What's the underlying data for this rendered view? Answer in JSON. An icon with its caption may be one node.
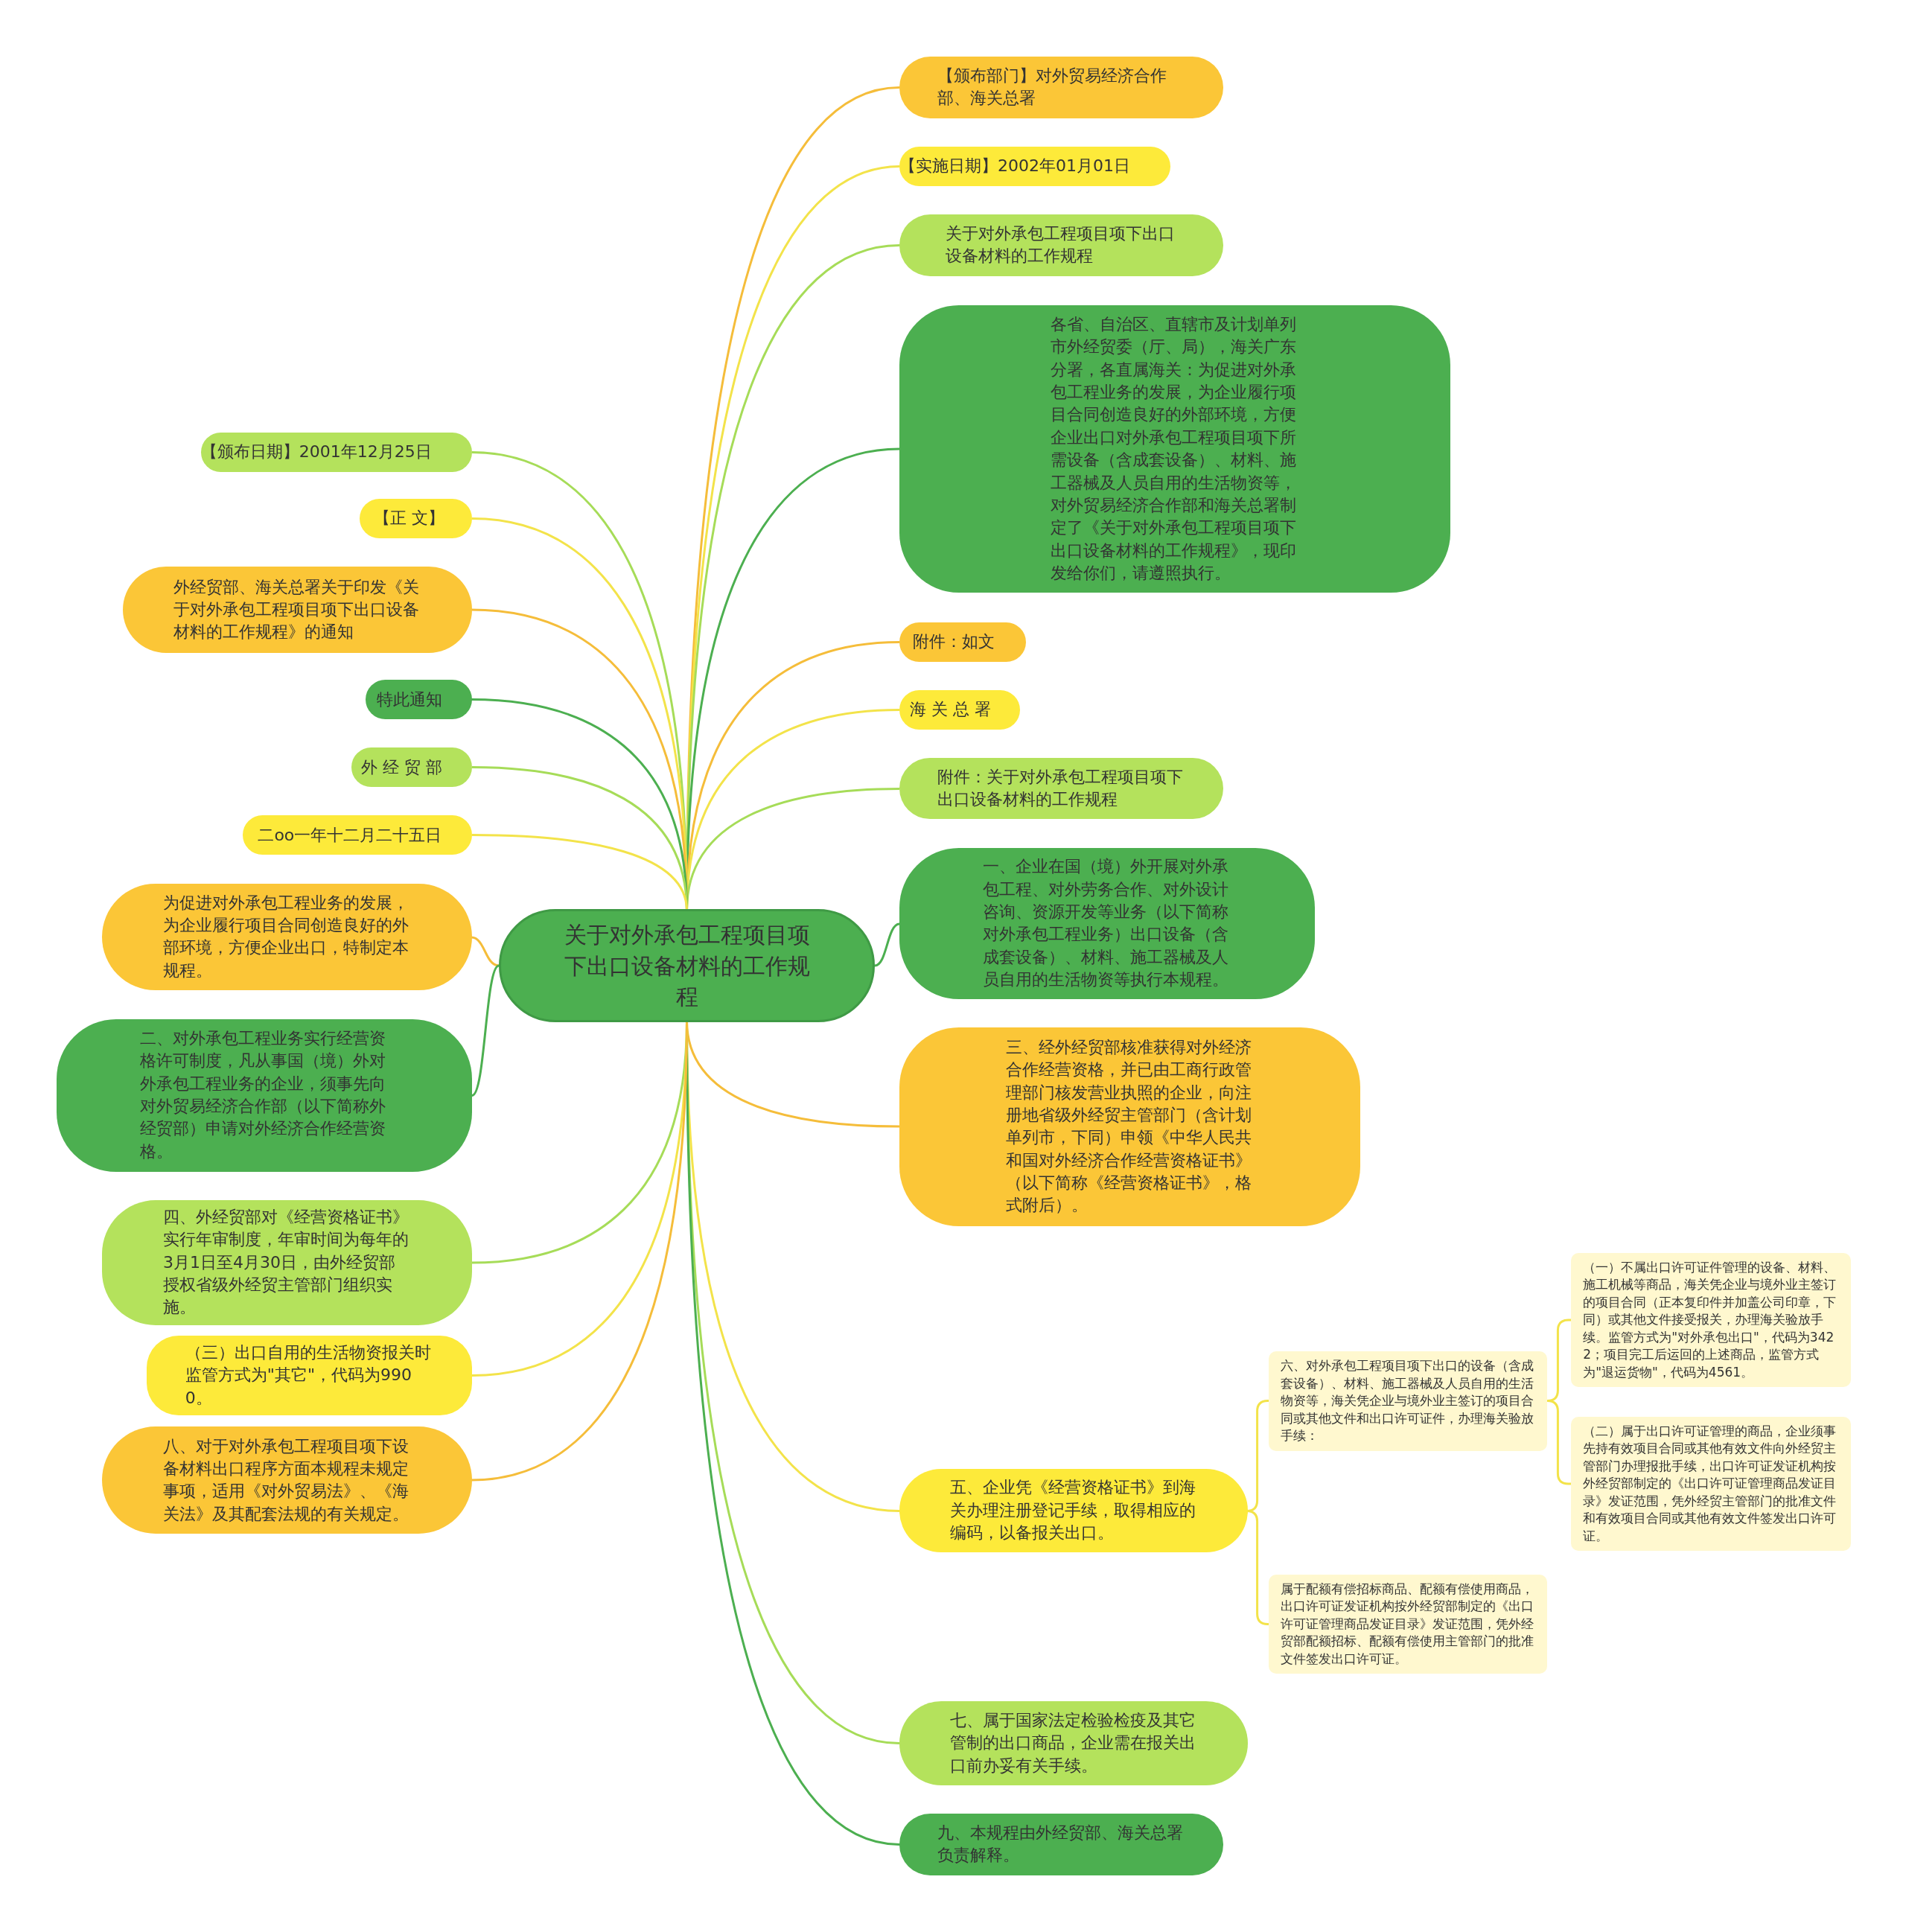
{
  "diagram": {
    "nodes": [
      {
        "text": [
          "关于对外承包工程项目项下出口设备材料的工作规程"
        ]
      },
      {
        "text": [
          "【颁布部门】对外贸易经济合作部、海关总署"
        ]
      },
      {
        "text": [
          "【实施日期】2002年01月01日"
        ]
      },
      {
        "text": [
          "关于对外承包工程项目项下出口设备材料的工作规程"
        ]
      },
      {
        "text": [
          "各省、自治区、直辖市及计划单列市外经贸委（厅、局），海关广东分署，各直属海关：为促进对外承包工程业务的发展，为企业履行项目合同创造良好的外部环境，方便企业出口对外承包工程项目项下所需设备（含成套设备）、材料、施工器械及人员自用的生活物资等，对外贸易经济合作部和海关总署制定了《关于对外承包工程项目项下出口设备材料的工作规程》，现印发给你们，请遵照执行。"
        ]
      },
      {
        "text": [
          "附件：如文"
        ]
      },
      {
        "text": [
          "海 关 总 署"
        ]
      },
      {
        "text": [
          "附件：关于对外承包工程项目项下出口设备材料的工作规程"
        ]
      },
      {
        "text": [
          "一、企业在国（境）外开展对外承包工程、对外劳务合作、对外设计咨询、资源开发等业务（以下简称对外承包工程业务）出口设备（含成套设备）、材料、施工器械及人员自用的生活物资等执行本规程。"
        ]
      },
      {
        "text": [
          "三、经外经贸部核准获得对外经济合作经营资格，并已由工商行政管理部门核发营业执照的企业，向注册地省级外经贸主管部门（含计划单列市，下同）申领《中华人民共和国对外经济合作经营资格证书》（以下简称《经营资格证书》，格式附后）。"
        ]
      },
      {
        "text": [
          "五、企业凭《经营资格证书》到海关办理注册登记手续，取得相应的编码，以备报关出口。"
        ]
      },
      {
        "text": [
          "六、对外承包工程项目项下出口的设备（含成套设备）、材料、施工器械及人员自用的生活物资等，海关凭企业与境外业主签订的项目合同或其他文件和出口许可证件，办理海关验放手续："
        ]
      },
      {
        "text": [
          "（一）不属出口许可证件管理的设备、材料、施工机械等商品，海关凭企业与境外业主签订的项目合同（正本复印件并加盖公司印章，下同）或其他文件接受报关，办理海关验放手续。监管方式为\"对外承包出口\"，代码为3422；项目完工后运回的上述商品，监管方式为\"退运货物\"，代码为4561。"
        ]
      },
      {
        "text": [
          "（二）属于出口许可证管理的商品，企业须事先持有效项目合同或其他有效文件向外经贸主管部门办理报批手续，出口许可证发证机构按外经贸部制定的《出口许可证管理商品发证目录》发证范围，凭外经贸主管部门的批准文件和有效项目合同或其他有效文件签发出口许可证。"
        ]
      },
      {
        "text": [
          "属于配额有偿招标商品、配额有偿使用商品，出口许可证发证机构按外经贸部制定的《出口许可证管理商品发证目录》发证范围，凭外经贸部配额招标、配额有偿使用主管部门的批准文件签发出口许可证。"
        ]
      },
      {
        "text": [
          "七、属于国家法定检验检疫及其它管制的出口商品，企业需在报关出口前办妥有关手续。"
        ]
      },
      {
        "text": [
          "九、本规程由外经贸部、海关总署负责解释。"
        ]
      },
      {
        "text": [
          "【颁布日期】2001年12月25日"
        ]
      },
      {
        "text": [
          "【正 文】"
        ]
      },
      {
        "text": [
          "外经贸部、海关总署关于印发《关于对外承包工程项目项下出口设备材料的工作规程》的通知"
        ]
      },
      {
        "text": [
          "特此通知"
        ]
      },
      {
        "text": [
          "外 经 贸 部"
        ]
      },
      {
        "text": [
          "二oo一年十二月二十五日"
        ]
      },
      {
        "text": [
          "为促进对外承包工程业务的发展，为企业履行项目合同创造良好的外部环境，方便企业出口，特制定本规程。"
        ]
      },
      {
        "text": [
          "二、对外承包工程业务实行经营资格许可制度，凡从事国（境）外对外承包工程业务的企业，须事先向对外贸易经济合作部（以下简称外经贸部）申请对外经济合作经营资格。"
        ]
      },
      {
        "text": [
          "四、外经贸部对《经营资格证书》实行年审制度，年审时间为每年的3月1日至4月30日，由外经贸部授权省级外经贸主管部门组织实施。"
        ]
      },
      {
        "text": [
          "（三）出口自用的生活物资报关时监管方式为\"其它\"，代码为9900。"
        ]
      },
      {
        "text": [
          "八、对于对外承包工程项目项下设备材料出口程序方面本规程未规定事项，适用《对外贸易法》、《海关法》及其配套法规的有关规定。"
        ]
      }
    ],
    "edges": [
      {
        "from": 0,
        "to": 1,
        "arrow": "none",
        "color": "#f5bd3a"
      },
      {
        "from": 0,
        "to": 2,
        "arrow": "none",
        "color": "#f3e34a"
      },
      {
        "from": 0,
        "to": 3,
        "arrow": "none",
        "color": "#a6dc58"
      },
      {
        "from": 0,
        "to": 4,
        "arrow": "none",
        "color": "#4caf50"
      },
      {
        "from": 0,
        "to": 5,
        "arrow": "none",
        "color": "#f5bd3a"
      },
      {
        "from": 0,
        "to": 6,
        "arrow": "none",
        "color": "#f3e34a"
      },
      {
        "from": 0,
        "to": 7,
        "arrow": "none",
        "color": "#a6dc58"
      },
      {
        "from": 0,
        "to": 8,
        "arrow": "none",
        "color": "#4caf50"
      },
      {
        "from": 0,
        "to": 9,
        "arrow": "none",
        "color": "#f5bd3a"
      },
      {
        "from": 0,
        "to": 10,
        "arrow": "none",
        "color": "#f3e34a"
      },
      {
        "from": 10,
        "to": 11,
        "arrow": "none",
        "color": "#f3e34a"
      },
      {
        "from": 11,
        "to": 12,
        "arrow": "none",
        "color": "#f3e34a"
      },
      {
        "from": 11,
        "to": 13,
        "arrow": "none",
        "color": "#f3e34a"
      },
      {
        "from": 10,
        "to": 14,
        "arrow": "none",
        "color": "#f3e34a"
      },
      {
        "from": 0,
        "to": 15,
        "arrow": "none",
        "color": "#a6dc58"
      },
      {
        "from": 0,
        "to": 16,
        "arrow": "none",
        "color": "#4caf50"
      },
      {
        "from": 0,
        "to": 17,
        "arrow": "none",
        "color": "#a6dc58"
      },
      {
        "from": 0,
        "to": 18,
        "arrow": "none",
        "color": "#f3e34a"
      },
      {
        "from": 0,
        "to": 19,
        "arrow": "none",
        "color": "#f5bd3a"
      },
      {
        "from": 0,
        "to": 20,
        "arrow": "none",
        "color": "#4caf50"
      },
      {
        "from": 0,
        "to": 21,
        "arrow": "none",
        "color": "#a6dc58"
      },
      {
        "from": 0,
        "to": 22,
        "arrow": "none",
        "color": "#f3e34a"
      },
      {
        "from": 0,
        "to": 23,
        "arrow": "none",
        "color": "#f5bd3a"
      },
      {
        "from": 0,
        "to": 24,
        "arrow": "none",
        "color": "#4caf50"
      },
      {
        "from": 0,
        "to": 25,
        "arrow": "none",
        "color": "#a6dc58"
      },
      {
        "from": 0,
        "to": 26,
        "arrow": "none",
        "color": "#f3e34a"
      },
      {
        "from": 0,
        "to": 27,
        "arrow": "none",
        "color": "#f5bd3a"
      }
    ]
  }
}
